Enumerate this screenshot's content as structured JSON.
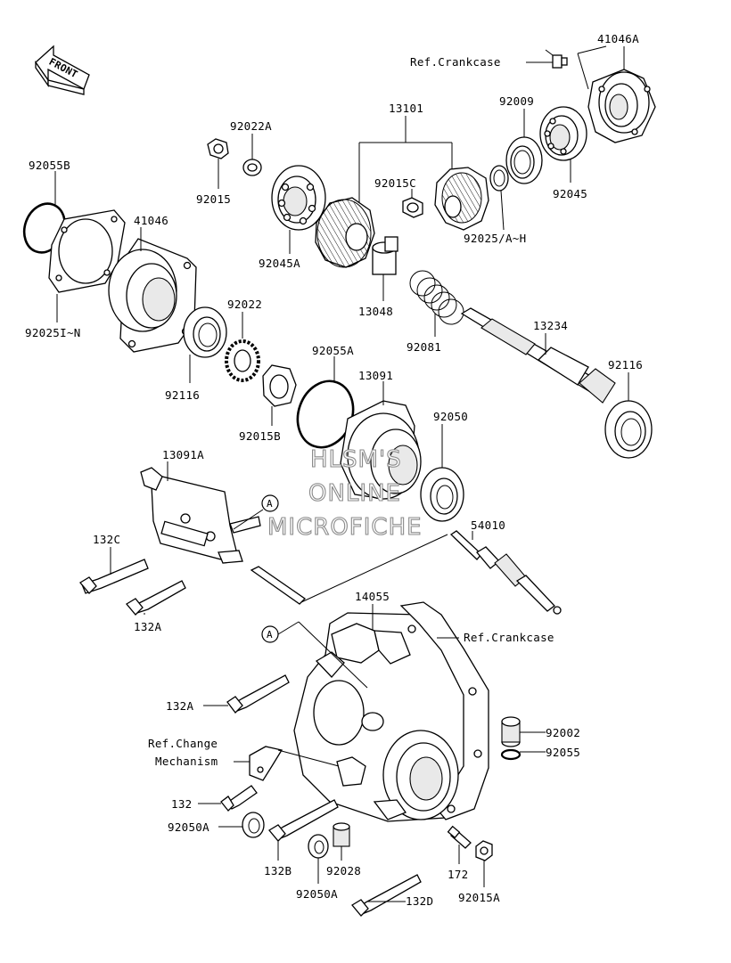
{
  "labels": {
    "front": "FRONT",
    "ref_crankcase_top": "Ref.Crankcase",
    "p41046A": "41046A",
    "p13101": "13101",
    "p92009": "92009",
    "p92022A": "92022A",
    "p92015": "92015",
    "p92015C": "92015C",
    "p92045": "92045",
    "p92025AH": "92025/A~H",
    "p92045A": "92045A",
    "p92055B": "92055B",
    "p41046": "41046",
    "p92025IN": "92025I~N",
    "p13048": "13048",
    "p92081": "92081",
    "p13234": "13234",
    "p92022": "92022",
    "p92116_left": "92116",
    "p92116_right": "92116",
    "p92055A": "92055A",
    "p13091": "13091",
    "p92015B": "92015B",
    "p92050": "92050",
    "p13091A": "13091A",
    "callout_a_top": "A",
    "p132C": "132C",
    "p132A_top": "132A",
    "p54010": "54010",
    "p14055": "14055",
    "callout_a_bottom": "A",
    "ref_crankcase_right": "Ref.Crankcase",
    "p132A_bottom": "132A",
    "ref_change_1": "Ref.Change",
    "ref_change_2": "Mechanism",
    "p92002": "92002",
    "p92055": "92055",
    "p132": "132",
    "p92050A_left": "92050A",
    "p132B": "132B",
    "p92028": "92028",
    "p172": "172",
    "p92050A_bottom": "92050A",
    "p92015A": "92015A",
    "p132D": "132D"
  },
  "watermark": {
    "line1": "HLSM'S",
    "line2": "ONLINE",
    "line3": "MICROFICHE"
  }
}
